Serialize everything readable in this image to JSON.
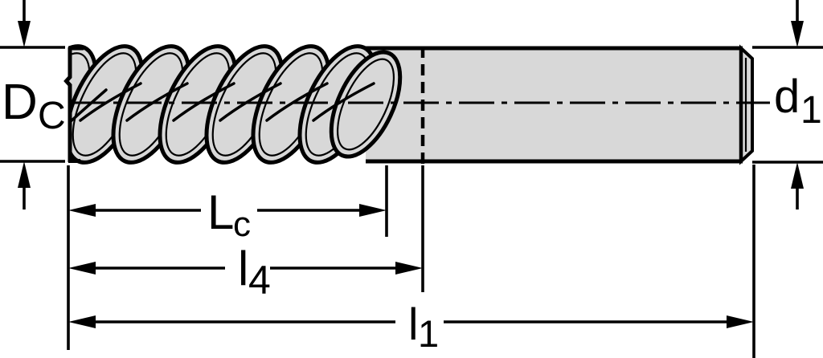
{
  "drawing": {
    "subject": "End mill side-view dimension drawing",
    "labels": {
      "cutting_diameter": {
        "main": "D",
        "sub": "C"
      },
      "shank_diameter": {
        "main": "d",
        "sub": "1"
      },
      "cutting_edge_length": {
        "main": "L",
        "sub": "c"
      },
      "flute_length": {
        "main": "l",
        "sub": "4"
      },
      "overall_length": {
        "main": "l",
        "sub": "1"
      }
    },
    "colors": {
      "body_fill": "#d8d8d8",
      "line": "#000000",
      "background": "#ffffff"
    }
  }
}
